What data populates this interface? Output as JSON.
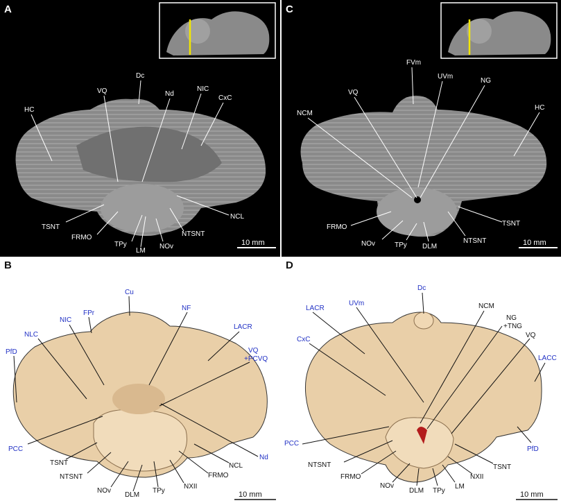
{
  "colors": {
    "mri_background": "#000000",
    "label_white": "#ffffff",
    "label_black": "#111111",
    "label_blue": "#1f2fc4",
    "tissue_light": "#e9cfa8",
    "tissue_shadow": "#b9956a",
    "inset_marker": "#f2e600"
  },
  "panels": {
    "A": {
      "letter": "A",
      "scale_bar": "10 mm",
      "labels": {
        "Dc": "Dc",
        "VQ": "VQ",
        "Nd": "Nd",
        "NIC": "NIC",
        "CxC": "CxC",
        "HC": "HC",
        "TSNT": "TSNT",
        "FRMO": "FRMO",
        "TPy": "TPy",
        "LM": "LM",
        "NOv": "NOv",
        "NTSNT": "NTSNT",
        "NCL": "NCL"
      }
    },
    "C": {
      "letter": "C",
      "scale_bar": "10 mm",
      "labels": {
        "FVm": "FVm",
        "UVm": "UVm",
        "VQ": "VQ",
        "NG": "NG",
        "NCM": "NCM",
        "HC": "HC",
        "FRMO": "FRMO",
        "TSNT": "TSNT",
        "NOv": "NOv",
        "TPy": "TPy",
        "DLM": "DLM",
        "NTSNT": "NTSNT"
      }
    },
    "B": {
      "letter": "B",
      "scale_bar": "10 mm",
      "labels": {
        "FPr": "FPr",
        "Cu": "Cu",
        "NF": "NF",
        "NIC": "NIC",
        "NLC": "NLC",
        "LACR": "LACR",
        "VQ": "VQ",
        "PCVQ": "+PCVQ",
        "PfD": "PfD",
        "PCC": "PCC",
        "Nd": "Nd",
        "NCL": "NCL",
        "TSNT": "TSNT",
        "NTSNT": "NTSNT",
        "NOv": "NOv",
        "DLM": "DLM",
        "TPy": "TPy",
        "NXII": "NXII",
        "FRMO": "FRMO"
      }
    },
    "D": {
      "letter": "D",
      "scale_bar": "10 mm",
      "labels": {
        "Dc": "Dc",
        "LACR": "LACR",
        "UVm": "UVm",
        "NCM": "NCM",
        "NG": "NG",
        "TNG": "+TNG",
        "VQ": "VQ",
        "CxC": "CxC",
        "LACC": "LACC",
        "PCC": "PCC",
        "PfD": "PfD",
        "NTSNT": "NTSNT",
        "FRMO": "FRMO",
        "NOv": "NOv",
        "DLM": "DLM",
        "TPy": "TPy",
        "LM": "LM",
        "NXII": "NXII",
        "TSNT": "TSNT"
      }
    }
  }
}
